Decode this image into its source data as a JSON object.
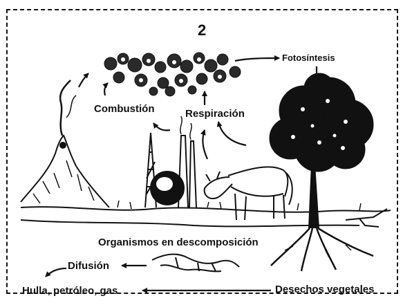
{
  "figure": {
    "number": "2",
    "labels": {
      "photosynthesis": "Fotosíntesis",
      "combustion": "Combustión",
      "respiration": "Respiración",
      "decomposition": "Organismos en descomposición",
      "diffusion": "Difusión",
      "fossil_fuels": "Hulla, petróleo, gas",
      "plant_waste": "Desechos vegetales"
    }
  }
}
